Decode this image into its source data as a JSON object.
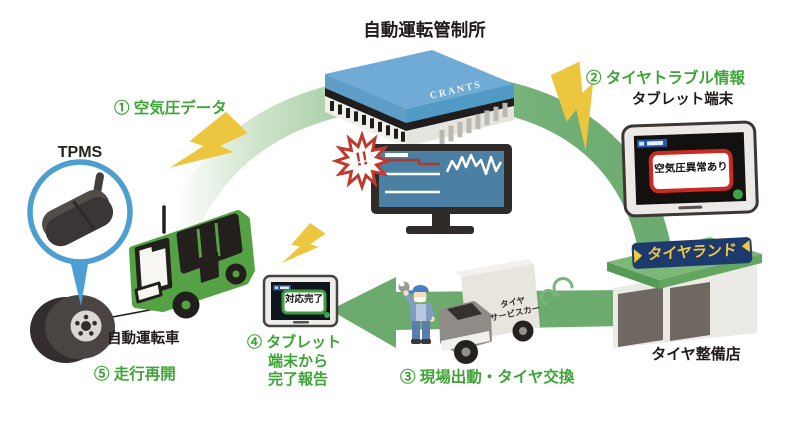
{
  "title": "自動運転管制所",
  "control_center": {
    "name": "CRANTS"
  },
  "steps": {
    "s1": "① 空気圧データ",
    "s2": "② タイヤトラブル情報",
    "s3": "③ 現場出動・タイヤ交換",
    "s4_line1": "④ タブレット",
    "s4_line2": "端末から",
    "s4_line3": "完了報告",
    "s5": "⑤ 走行再開"
  },
  "tpms": {
    "label": "TPMS"
  },
  "vehicle": {
    "label": "自動運転車"
  },
  "tablet": {
    "device_label": "タブレット端末",
    "alert_message": "空気圧異常あり"
  },
  "report_tablet": {
    "status_message": "対応完了"
  },
  "monitor": {
    "warning_mark": "!!"
  },
  "service_truck": {
    "label_line1": "タイヤ",
    "label_line2": "サービスカー"
  },
  "tire_shop": {
    "sign": "タイヤランド",
    "label": "タイヤ整備店"
  },
  "colors": {
    "step_text_green": "#3fa437",
    "flow_arc_green": "#74b077",
    "arrow_green": "#6cab6d",
    "lightning_yellow": "#ecc63e",
    "alert_red": "#cc2a20",
    "status_ok_green": "#3f9d3f",
    "sign_navy": "#1d3a6e",
    "sign_yellow": "#f2c93a",
    "building_blue": "#6fabd4",
    "bus_green": "#55a244",
    "monitor_screen_blue": "#4b7fa3",
    "magnifier_blue": "#4d9fd1"
  }
}
